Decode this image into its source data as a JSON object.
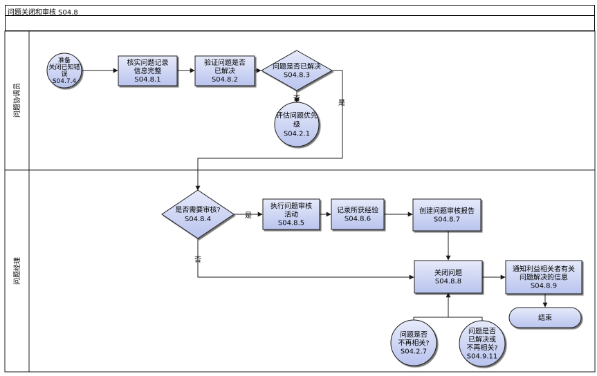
{
  "title": "问题关闭和审核  S04.8",
  "lanes": [
    {
      "label": "问题协调员"
    },
    {
      "label": "问题经理"
    }
  ],
  "nodes": [
    {
      "id": "n_start",
      "shape": "circle",
      "lines": [
        "准备",
        "关闭已知错",
        "误",
        "S04.7.4"
      ]
    },
    {
      "id": "n_841",
      "shape": "rect",
      "lines": [
        "核实问题记录",
        "信息完整",
        "S04.8.1"
      ]
    },
    {
      "id": "n_842",
      "shape": "rect",
      "lines": [
        "验证问题是否",
        "已解决",
        "S04.8.2"
      ]
    },
    {
      "id": "n_843",
      "shape": "diamond",
      "lines": [
        "问题是否已解决",
        "S04.8.3"
      ]
    },
    {
      "id": "n_821",
      "shape": "circle",
      "lines": [
        "评估问题优先",
        "级",
        "S04.2.1"
      ]
    },
    {
      "id": "n_844",
      "shape": "diamond",
      "lines": [
        "是否需要审核?",
        "S04.8.4"
      ]
    },
    {
      "id": "n_845",
      "shape": "rect",
      "lines": [
        "执行问题审核",
        "活动",
        "S04.8.5"
      ]
    },
    {
      "id": "n_846",
      "shape": "rect",
      "lines": [
        "记录所获经验",
        "S04.8.6"
      ]
    },
    {
      "id": "n_847",
      "shape": "rect",
      "lines": [
        "创建问题审核报告",
        "S04.8.7"
      ]
    },
    {
      "id": "n_848",
      "shape": "rect",
      "lines": [
        "关闭问题",
        "S04.8.8"
      ]
    },
    {
      "id": "n_849",
      "shape": "rect",
      "lines": [
        "通知利益相关者有关",
        "问题解决的信息",
        "S04.8.9"
      ]
    },
    {
      "id": "n_end",
      "shape": "terminator",
      "lines": [
        "结束"
      ]
    },
    {
      "id": "n_827",
      "shape": "circle",
      "lines": [
        "问题是否",
        "不再相关?",
        "S04.2.7"
      ]
    },
    {
      "id": "n_911",
      "shape": "circle",
      "lines": [
        "问题是否",
        "已解决或",
        "不再相关?",
        "S04.9.11"
      ]
    }
  ],
  "edge_labels": {
    "no_843": "否",
    "yes_843": "是",
    "yes_844": "是",
    "no_844": "否"
  },
  "colors": {
    "node_fill": "#c6cff0",
    "node_fill_light": "#dfe4f7",
    "stroke": "#1a1a1a"
  }
}
